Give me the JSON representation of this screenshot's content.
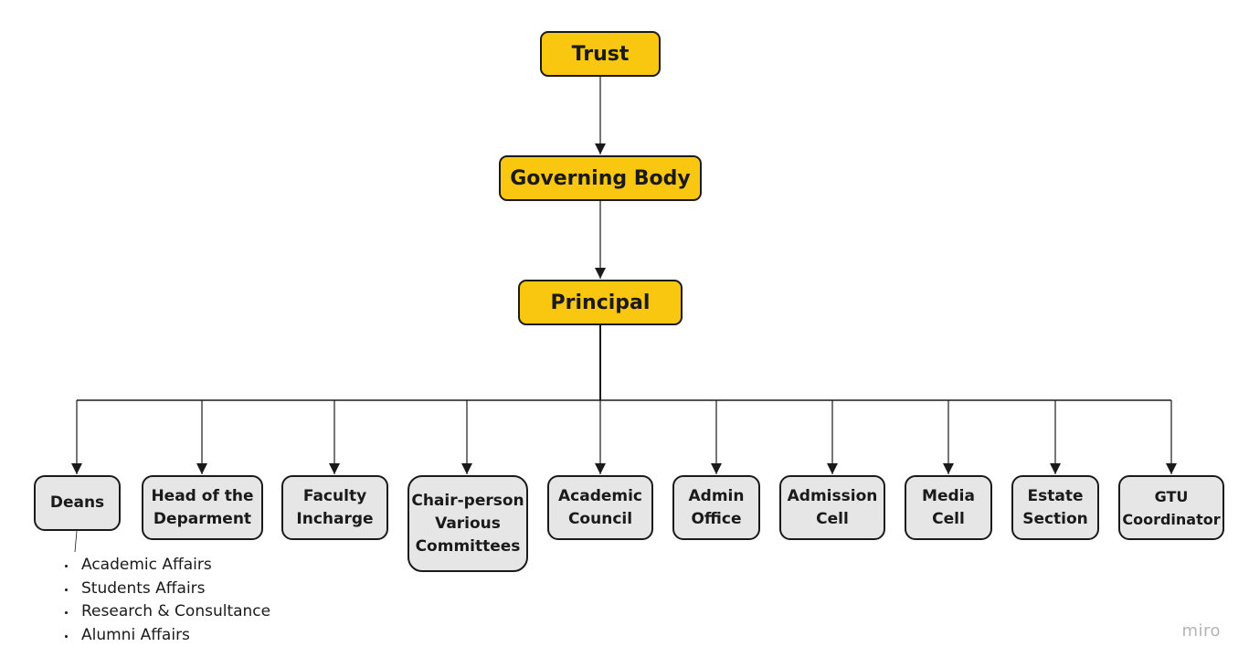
{
  "diagram": {
    "top_color": "#FAC710",
    "dept_color": "#E6E6E6",
    "line_color": "#1a1a1a",
    "nodes": {
      "trust": {
        "label": "Trust"
      },
      "governing_body": {
        "label": "Governing Body"
      },
      "principal": {
        "label": "Principal"
      },
      "deans": {
        "label": "Deans"
      },
      "hod": {
        "line1": "Head of the",
        "line2": "Deparment"
      },
      "faculty": {
        "line1": "Faculty",
        "line2": "Incharge"
      },
      "chair": {
        "line1": "Chair-person",
        "line2": "Various",
        "line3": "Committees"
      },
      "academic": {
        "line1": "Academic",
        "line2": "Council"
      },
      "admin": {
        "line1": "Admin",
        "line2": "Office"
      },
      "admission": {
        "line1": "Admission",
        "line2": "Cell"
      },
      "media": {
        "line1": "Media",
        "line2": "Cell"
      },
      "estate": {
        "line1": "Estate",
        "line2": "Section"
      },
      "gtu": {
        "line1": "GTU",
        "line2": "Coordinator"
      }
    },
    "deans_list": [
      "Academic Affairs",
      "Students Affairs",
      "Research & Consultance",
      "Alumni Affairs"
    ]
  },
  "watermark": "miro"
}
